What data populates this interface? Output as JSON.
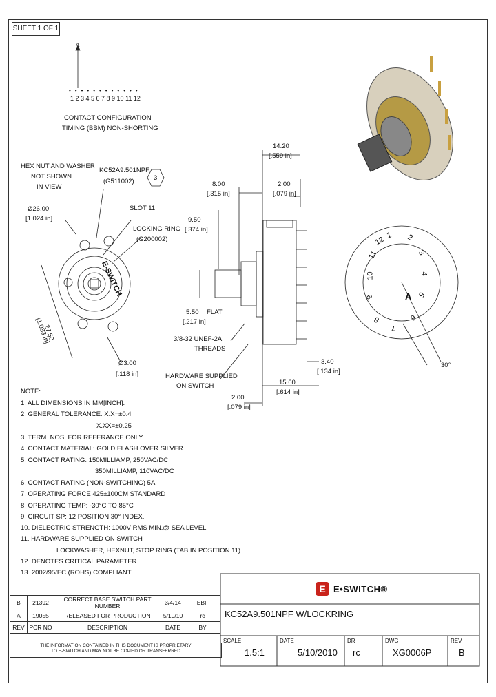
{
  "sheet": "SHEET 1 OF 1",
  "contact_config": {
    "pole_label": "A",
    "positions": "1 2 3 4 5 6 7 8 9 10 11 12",
    "title": "CONTACT CONFIGURATION",
    "timing": "TIMING (BBM) NON-SHORTING"
  },
  "front_view": {
    "hexnut_note_1": "HEX NUT AND WASHER",
    "hexnut_note_2": "NOT SHOWN",
    "hexnut_note_3": "IN VIEW",
    "part_label": "KC52A9.501NPF",
    "part_code": "(G511002)",
    "callout_3": "3",
    "slot": "SLOT 11",
    "lockring": "LOCKING RING",
    "lockring_code": "(G200002)",
    "dia_mm": "Ø26.00",
    "dia_in": "[1.024 in]",
    "diag_mm": "27.50",
    "diag_in": "[1.083 in]",
    "hole_mm": "Ø3.00",
    "hole_in": "[.118 in]",
    "brand_text": "E-SWITCH"
  },
  "side_view": {
    "d1_mm": "14.20",
    "d1_in": "[.559 in]",
    "d2_mm": "8.00",
    "d2_in": "[.315 in]",
    "d3_mm": "2.00",
    "d3_in": "[.079 in]",
    "d4_mm": "9.50",
    "d4_in": "[.374 in]",
    "flat_mm": "5.50",
    "flat_label": "FLAT",
    "flat_in": "[.217 in]",
    "thread_1": "3/8-32 UNEF-2A",
    "thread_2": "THREADS",
    "hw_1": "HARDWARE SUPPLIED",
    "hw_2": "ON SWITCH",
    "d5_mm": "3.40",
    "d5_in": "[.134 in]",
    "d6_mm": "15.60",
    "d6_in": "[.614 in]",
    "d7_mm": "2.00",
    "d7_in": "[.079 in]"
  },
  "terminal_view": {
    "terminals": [
      "1",
      "2",
      "3",
      "4",
      "5",
      "6",
      "7",
      "8",
      "9",
      "10",
      "11",
      "12",
      "A"
    ],
    "angle": "30°"
  },
  "notes": [
    "NOTE:",
    "1. ALL DIMENSIONS IN MM[INCH].",
    "2. GENERAL TOLERANCE: X.X=±0.4",
    "X.XX=±0.25",
    "3. TERM. NOS. FOR REFERANCE ONLY.",
    "4. CONTACT MATERIAL: GOLD FLASH OVER SILVER",
    "5. CONTACT RATING: 150MILLIAMP, 250VAC/DC",
    "350MILLIAMP, 110VAC/DC",
    "6. CONTACT RATING (NON-SWITCHING) 5A",
    "7. OPERATING FORCE 425±100CM STANDARD",
    "8. OPERATING TEMP: -30°C TO 85°C",
    "9. CIRCUIT SP: 12 POSITION 30° INDEX.",
    "10. DIELECTRIC STRENGTH: 1000V RMS MIN.@ SEA LEVEL",
    "11. HARDWARE SUPPLIED ON SWITCH",
    "LOCKWASHER, HEXNUT, STOP RING (TAB IN POSITION 11)",
    "12. DENOTES CRITICAL PARAMETER.",
    "13. 2002/95/EC (ROHS) COMPLIANT"
  ],
  "revisions": {
    "rows": [
      [
        "B",
        "21392",
        "CORRECT BASE SWITCH PART NUMBER",
        "3/4/14",
        "EBF"
      ],
      [
        "A",
        "19055",
        "RELEASED FOR PRODUCTION",
        "5/10/10",
        "rc"
      ]
    ],
    "header": [
      "REV",
      "PCR NO",
      "DESCRIPTION",
      "DATE",
      "BY"
    ]
  },
  "confidential_1": "THE INFORMATION CONTAINED IN THIS DOCUMENT IS PROPRIETARY",
  "confidential_2": "TO E-SWITCH AND MAY NOT BE COPIED OR TRANSFERRED",
  "title_block": {
    "company": "E•SWITCH®",
    "logo_letter": "E",
    "title": "KC52A9.501NPF W/LOCKRING",
    "scale_label": "SCALE",
    "scale": "1.5:1",
    "date_label": "DATE",
    "date": "5/10/2010",
    "dr_label": "DR",
    "dr": "rc",
    "dwg_label": "DWG",
    "dwg": "XG0006P",
    "rev_label": "REV",
    "rev": "B"
  }
}
